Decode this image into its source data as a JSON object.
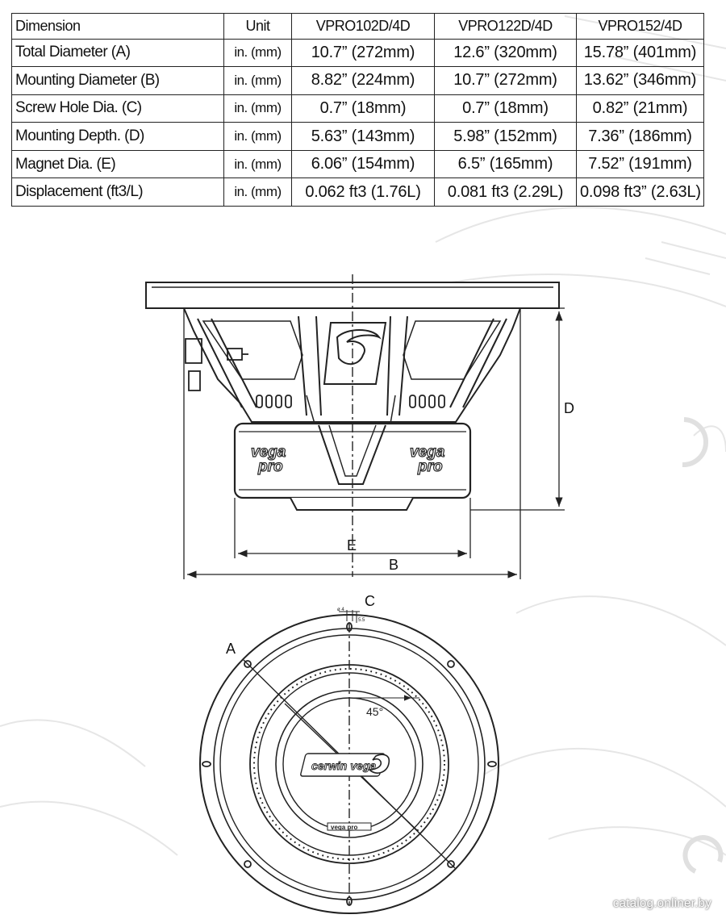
{
  "table": {
    "headers": [
      "Dimension",
      "Unit",
      "VPRO102D/4D",
      "VPRO122D/4D",
      "VPRO152/4D"
    ],
    "rows": [
      [
        "Total Diameter  (A)",
        "in. (mm)",
        "10.7” (272mm)",
        "12.6” (320mm)",
        "15.78” (401mm)"
      ],
      [
        "Mounting Diameter  (B)",
        "in. (mm)",
        "8.82” (224mm)",
        "10.7” (272mm)",
        "13.62” (346mm)"
      ],
      [
        "Screw Hole Dia. (C)",
        "in. (mm)",
        "0.7” (18mm)",
        "0.7” (18mm)",
        "0.82” (21mm)"
      ],
      [
        "Mounting Depth. (D)",
        "in. (mm)",
        "5.63” (143mm)",
        "5.98” (152mm)",
        "7.36” (186mm)"
      ],
      [
        "Magnet Dia. (E)",
        "in. (mm)",
        "6.06” (154mm)",
        "6.5” (165mm)",
        "7.52” (191mm)"
      ],
      [
        "Displacement (ft3/L)",
        "in. (mm)",
        "0.062 ft3 (1.76L)",
        "0.081 ft3 (2.29L)",
        "0.098 ft3” (2.63L)"
      ]
    ]
  },
  "labels": {
    "depth": "D",
    "magnet": "E",
    "mounting": "B",
    "screw": "C",
    "total": "A",
    "angle": "45°",
    "screw_dim1": "ø 4",
    "screw_dim2": "5.5"
  },
  "logos": {
    "side_left": [
      "vega",
      "pro"
    ],
    "side_right": [
      "vega",
      "pro"
    ],
    "front_brand": "cerwin vega",
    "front_small": "vega pro"
  },
  "watermark": "catalog.onliner.by",
  "colors": {
    "line": "#222222",
    "background_sketch": "#e6e6e6"
  }
}
